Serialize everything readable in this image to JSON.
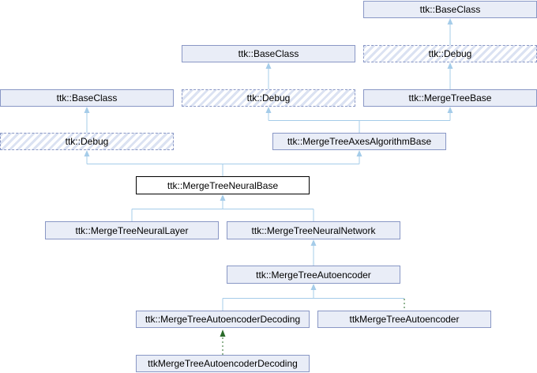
{
  "diagram": {
    "type": "class-inheritance-graph",
    "nodes": {
      "baseclass_right": {
        "label": "ttk::BaseClass"
      },
      "baseclass_mid": {
        "label": "ttk::BaseClass"
      },
      "debug_right": {
        "label": "ttk::Debug"
      },
      "baseclass_left": {
        "label": "ttk::BaseClass"
      },
      "debug_mid": {
        "label": "ttk::Debug"
      },
      "mergetreebase": {
        "label": "ttk::MergeTreeBase"
      },
      "debug_left": {
        "label": "ttk::Debug"
      },
      "axes_algorithm_base": {
        "label": "ttk::MergeTreeAxesAlgorithmBase"
      },
      "neural_base": {
        "label": "ttk::MergeTreeNeuralBase"
      },
      "neural_layer": {
        "label": "ttk::MergeTreeNeuralLayer"
      },
      "neural_network": {
        "label": "ttk::MergeTreeNeuralNetwork"
      },
      "autoencoder": {
        "label": "ttk::MergeTreeAutoencoder"
      },
      "autoencoder_decoding": {
        "label": "ttk::MergeTreeAutoencoderDecoding"
      },
      "ttk_autoencoder": {
        "label": "ttkMergeTreeAutoencoder"
      },
      "ttk_autoencoder_decoding": {
        "label": "ttkMergeTreeAutoencoderDecoding"
      }
    },
    "colors": {
      "edge_inheritance": "#a5cce9",
      "edge_ttk_wrapper": "#2a6b2a",
      "node_fill": "#e9edf7",
      "node_border": "#8997c5",
      "hatch_stripe": "#dbe2f2",
      "current_node_border": "#000000",
      "background": "#ffffff"
    }
  }
}
